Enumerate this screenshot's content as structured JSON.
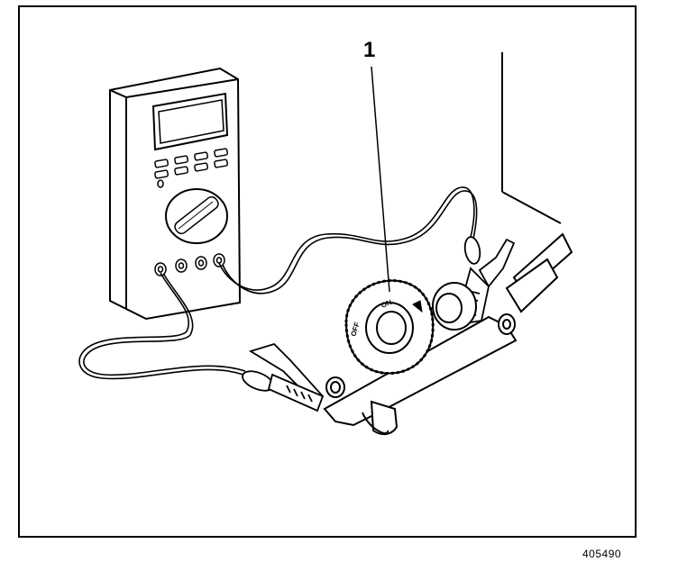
{
  "figure": {
    "callout_number": "1",
    "figure_id": "405490",
    "dial_labels": {
      "off": "OFF",
      "on": "ON"
    }
  },
  "colors": {
    "line": "#000000",
    "background": "#ffffff"
  }
}
